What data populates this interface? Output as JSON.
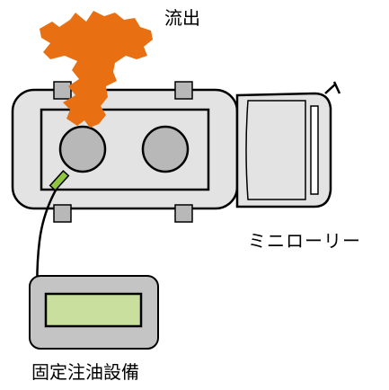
{
  "labels": {
    "spill": "流出",
    "mini_lorry": "ミニローリー",
    "fixed_fueling_equipment": "固定注油設備"
  },
  "colors": {
    "spill_fill": "#e87013",
    "body_fill": "#e3e3e3",
    "tank_cap_fill": "#b8b8b8",
    "outline": "#000000",
    "nozzle_fill": "#8dc63f",
    "dispenser_casing": "#c4c4c4",
    "display_fill": "#c8df9e"
  },
  "icons": {
    "spill": "oil-spill-blob",
    "lorry": "mini-lorry-top-view",
    "dispenser": "fuel-dispenser"
  }
}
